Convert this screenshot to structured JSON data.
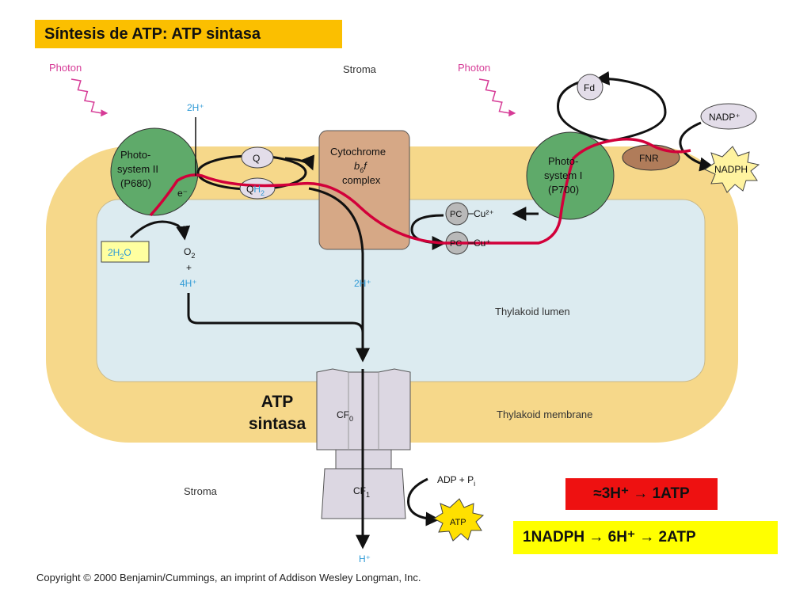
{
  "title": "Síntesis de ATP: ATP sintasa",
  "photon_left": "Photon",
  "photon_right": "Photon",
  "stroma_top": "Stroma",
  "stroma_bottom": "Stroma",
  "ps2": {
    "line1": "Photo-",
    "line2": "system II",
    "line3": "(P680)",
    "electron": "e⁻"
  },
  "ps1": {
    "line1": "Photo-",
    "line2": "system I",
    "line3": "(P700)"
  },
  "cytochrome": {
    "line1": "Cytochrome",
    "line2_a": "b",
    "line2_sub": "6",
    "line2_b": "f",
    "line3": "complex"
  },
  "two_h_top": "2H⁺",
  "q_label": "Q",
  "qh2_label": {
    "q": "Q",
    "h": "H",
    "sub": "2"
  },
  "water": {
    "a": "2H",
    "sub": "2",
    "b": "O"
  },
  "o2": {
    "o": "O",
    "sub": "2"
  },
  "plus": "+",
  "four_h": "4H⁺",
  "two_h_lumen": "2H⁺",
  "pc_label": "PC",
  "cu2": "Cu²⁺",
  "cu1": "Cu⁺",
  "fd_label": "Fd",
  "fnr_label": "FNR",
  "nadp_label": "NADP⁺",
  "nadph_label": "NADPH",
  "lumen_label": "Thylakoid lumen",
  "membrane_label": "Thylakoid membrane",
  "cf0": {
    "a": "CF",
    "sub": "0"
  },
  "cf1": {
    "a": "CF",
    "sub": "1"
  },
  "adp_pi": {
    "a": "ADP + P",
    "sub": "i"
  },
  "atp_star": "ATP",
  "h_out": "H⁺",
  "atp_sintasa": {
    "line1": "ATP",
    "line2": "sintasa"
  },
  "equation_red": "≈3H⁺ → 1ATP",
  "equation_yellow": "1NADPH → 6H⁺ → 2ATP",
  "copyright": "Copyright © 2000 Benjamin/Cummings, an imprint of Addison Wesley Longman, Inc.",
  "colors": {
    "title_bg": "#fbbf00",
    "membrane": "#f6d88a",
    "lumen": "#dcebf0",
    "photosystem": "#5faa6a",
    "cytochrome": "#d6a886",
    "synthase": "#dcd7e2",
    "electron_path": "#d2003a",
    "photon": "#d63a96",
    "proton_text": "#2e9ad6",
    "red_box": "#ee1111",
    "yellow_box": "#ffff00"
  }
}
